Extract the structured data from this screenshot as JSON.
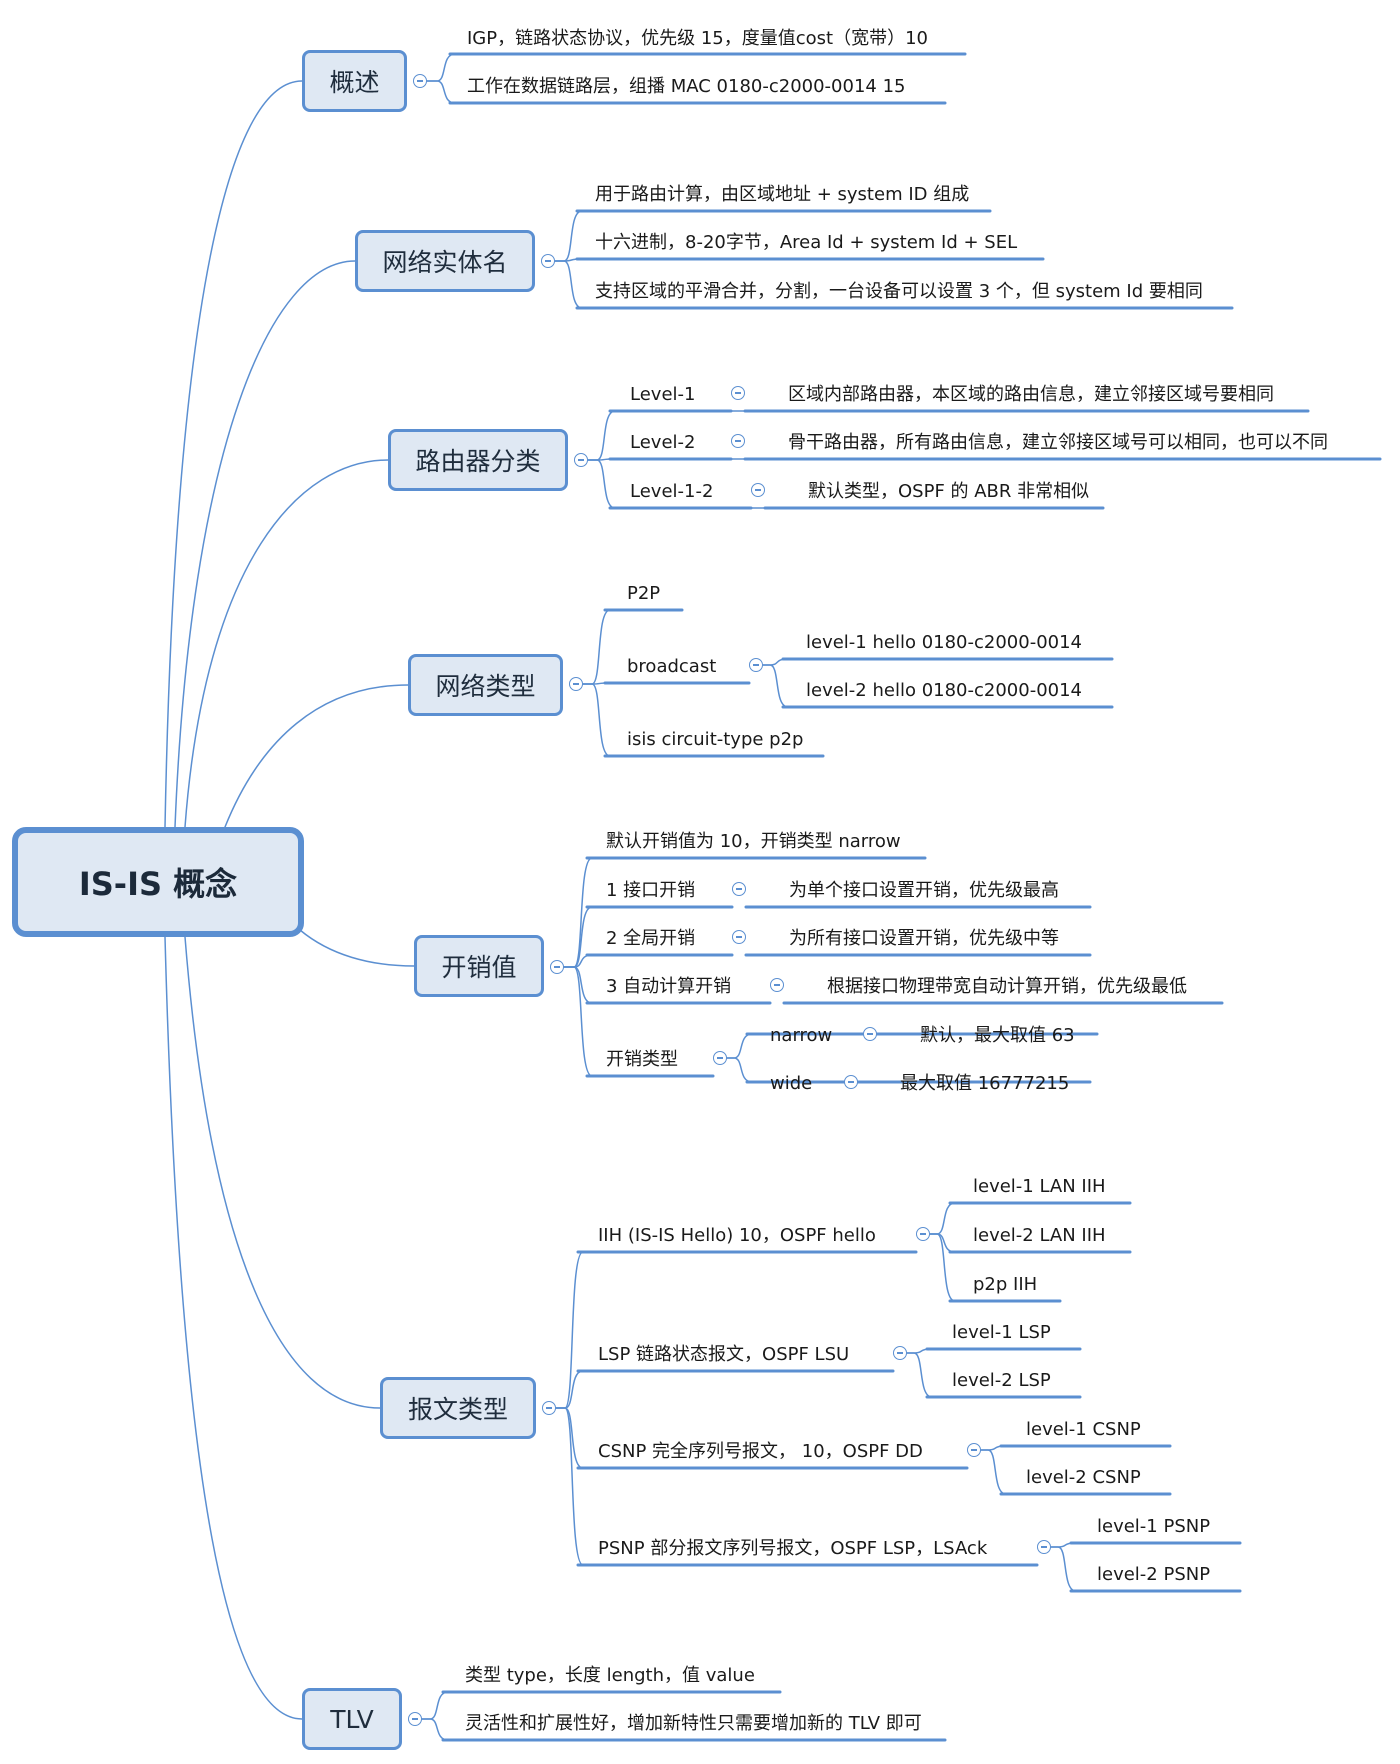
{
  "root": "IS-IS 概念",
  "overview": {
    "title": "概述",
    "items": [
      "IGP，链路状态协议，优先级 15，度量值cost（宽带）10",
      "工作在数据链路层，组播 MAC 0180-c2000-0014 15"
    ]
  },
  "net": {
    "title": "网络实体名",
    "items": [
      "用于路由计算，由区域地址 +  system ID 组成",
      "十六进制，8-20字节，Area Id +  system Id + SEL",
      "支持区域的平滑合并，分割，一台设备可以设置 3 个，但 system Id 要相同"
    ]
  },
  "router": {
    "title": "路由器分类",
    "items": [
      {
        "label": "Level-1",
        "detail": "区域内部路由器，本区域的路由信息，建立邻接区域号要相同"
      },
      {
        "label": "Level-2",
        "detail": "骨干路由器，所有路由信息，建立邻接区域号可以相同，也可以不同"
      },
      {
        "label": "Level-1-2",
        "detail": "默认类型，OSPF 的 ABR 非常相似"
      }
    ]
  },
  "nettype": {
    "title": "网络类型",
    "p2p": "P2P",
    "broadcast": "broadcast",
    "broadcast_items": [
      "level-1 hello 0180-c2000-0014",
      "level-2  hello 0180-c2000-0014"
    ],
    "cmd": "isis circuit-type p2p"
  },
  "cost": {
    "title": "开销值",
    "default": "默认开销值为 10，开销类型 narrow",
    "items": [
      {
        "label": "1 接口开销",
        "detail": "为单个接口设置开销，优先级最高"
      },
      {
        "label": "2 全局开销",
        "detail": "为所有接口设置开销，优先级中等"
      },
      {
        "label": "3 自动计算开销",
        "detail": "根据接口物理带宽自动计算开销，优先级最低"
      }
    ],
    "type_label": "开销类型",
    "types": [
      {
        "label": "narrow",
        "detail": "默认，最大取值 63"
      },
      {
        "label": "wide",
        "detail": "最大取值 16777215"
      }
    ]
  },
  "pdu": {
    "title": "报文类型",
    "groups": [
      {
        "label": "IIH (IS-IS Hello) 10，OSPF hello",
        "items": [
          "level-1 LAN IIH",
          "level-2 LAN IIH",
          "p2p IIH"
        ]
      },
      {
        "label": "LSP 链路状态报文，OSPF LSU",
        "items": [
          "level-1 LSP",
          "level-2 LSP"
        ]
      },
      {
        "label": "CSNP 完全序列号报文，  10，OSPF DD",
        "items": [
          "level-1 CSNP",
          "level-2 CSNP"
        ]
      },
      {
        "label": "PSNP 部分报文序列号报文，OSPF LSP，LSAck",
        "items": [
          "level-1 PSNP",
          "level-2 PSNP"
        ]
      }
    ]
  },
  "tlv": {
    "title": "TLV",
    "items": [
      "类型 type，长度 length，值 value",
      "灵活性和扩展性好，增加新特性只需要增加新的 TLV 即可"
    ]
  },
  "colors": {
    "line": "#5b8fd1",
    "node_fill": "#dfe8f3",
    "text": "#1a1a1a"
  }
}
